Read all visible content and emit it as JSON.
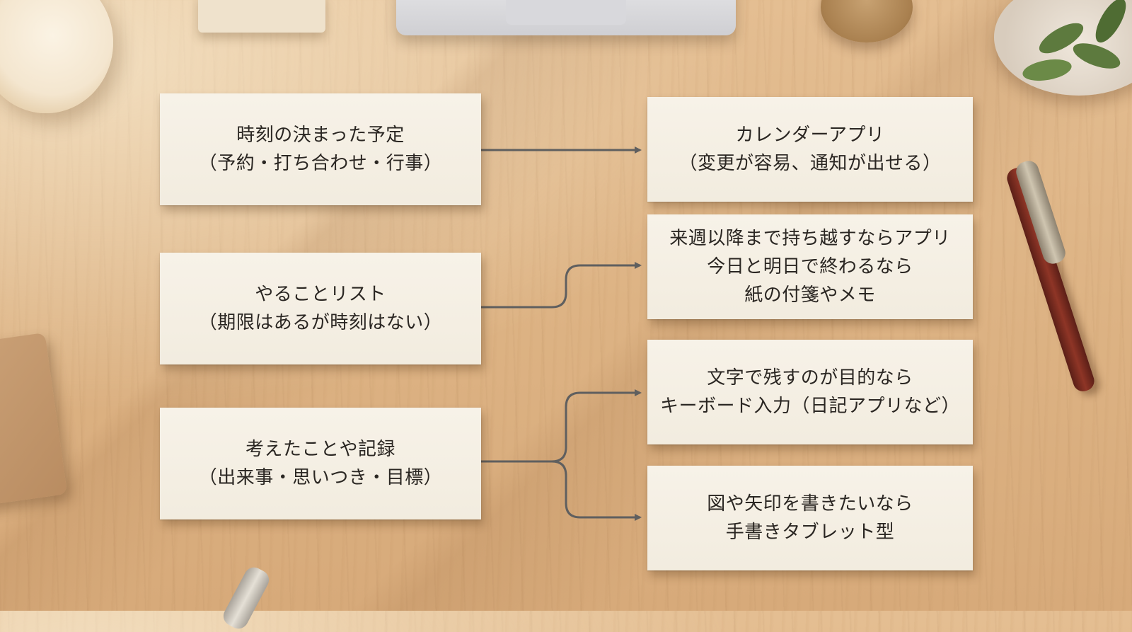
{
  "diagram": {
    "sources": [
      {
        "id": "scheduled",
        "lines": [
          "時刻の決まった予定",
          "（予約・打ち合わせ・行事）"
        ]
      },
      {
        "id": "todo",
        "lines": [
          "やることリスト",
          "（期限はあるが時刻はない）"
        ]
      },
      {
        "id": "notes",
        "lines": [
          "考えたことや記録",
          "（出来事・思いつき・目標）"
        ]
      }
    ],
    "targets": [
      {
        "id": "calendar",
        "lines": [
          "カレンダーアプリ",
          "（変更が容易、通知が出せる）"
        ]
      },
      {
        "id": "task-tool",
        "lines": [
          "来週以降まで持ち越すならアプリ",
          "今日と明日で終わるなら",
          "紙の付箋やメモ"
        ]
      },
      {
        "id": "keyboard",
        "lines": [
          "文字で残すのが目的なら",
          "キーボード入力（日記アプリなど）"
        ]
      },
      {
        "id": "handwriting",
        "lines": [
          "図や矢印を書きたいなら",
          "手書きタブレット型"
        ]
      }
    ],
    "edges": [
      {
        "from": "scheduled",
        "to": "calendar"
      },
      {
        "from": "todo",
        "to": "task-tool"
      },
      {
        "from": "notes",
        "to": "keyboard"
      },
      {
        "from": "notes",
        "to": "handwriting"
      }
    ],
    "colors": {
      "card": "#f4efe4",
      "text": "#2a2622",
      "arrow": "#5f5f5f",
      "desk": "#ddb384"
    }
  }
}
